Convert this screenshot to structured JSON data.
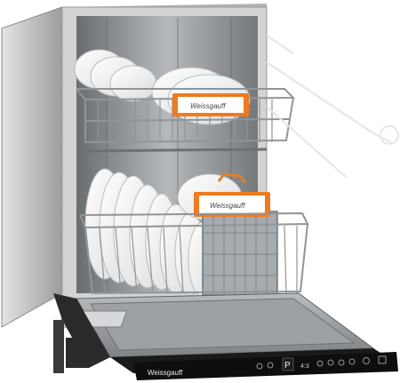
{
  "product": {
    "brand_tag_upper": "Weissgauff",
    "brand_tag_lower": "Weissgauff",
    "panel_brand": "Weissgauff",
    "panel_display": "P",
    "panel_readout": "4:3"
  },
  "colors": {
    "orange_tag": "#f07a1e",
    "cabinet": "#c9c9c9",
    "tub": "#8e9092",
    "rack": "#9aa0a4",
    "panel": "#0e0e10"
  }
}
